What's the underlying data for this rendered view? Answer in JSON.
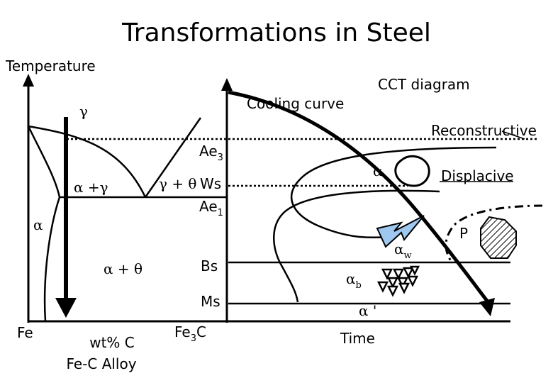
{
  "title": "Transformations in Steel",
  "phase_diagram": {
    "y_axis_label": "Temperature",
    "gamma": "γ",
    "alpha_gamma": "α +γ",
    "alpha": "α",
    "gamma_theta": "γ + θ",
    "alpha_theta": "α + θ",
    "ae3": {
      "main": "Ae",
      "sub": "3"
    },
    "ae1": {
      "main": "Ae",
      "sub": "1"
    },
    "ws": "Ws",
    "bs": "Bs",
    "ms": "Ms",
    "fe": "Fe",
    "fe3c": {
      "main": "Fe",
      "sub": "3",
      "tail": "C"
    },
    "x_label_line1": "wt% C",
    "x_label_line2": "Fe-C Alloy"
  },
  "cct": {
    "title": "CCT diagram",
    "cooling_curve": "Cooling curve",
    "reconstructive": "Reconstructive",
    "displacive": "Displacive",
    "alpha": "α",
    "pearlite": "P",
    "widmanstatten": {
      "main": "α",
      "sub": "w"
    },
    "bainite": {
      "main": "α",
      "sub": "b"
    },
    "martensite": "α '",
    "x_axis_label": "Time"
  },
  "colors": {
    "line": "#000000",
    "widmanstatten_fill": "#9ec8f0",
    "pearlite_fill_pattern": "hatched"
  }
}
